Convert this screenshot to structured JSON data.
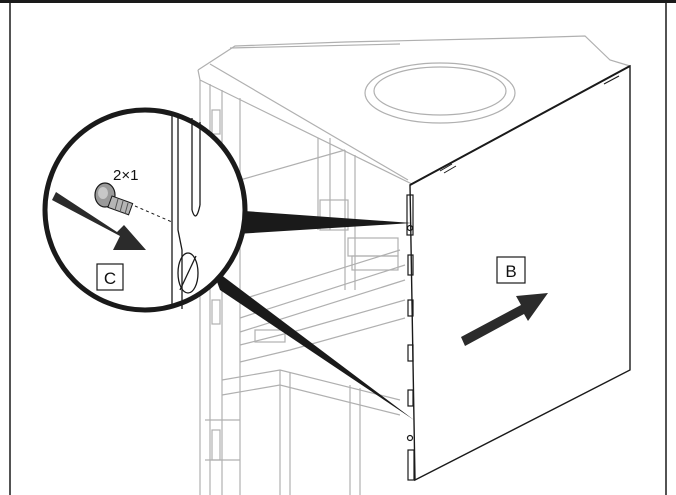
{
  "labels": {
    "panel": "B",
    "direction": "C",
    "screw_count": "2×1"
  },
  "colors": {
    "ink": "#1a1a1a",
    "light_line": "#b0b0b0",
    "panel_fill": "#ffffff",
    "arrow": "#2b2b2b"
  },
  "icons": {
    "screw": "screw-icon",
    "arrow_b": "arrow-right-icon",
    "arrow_c": "arrow-right-icon"
  }
}
